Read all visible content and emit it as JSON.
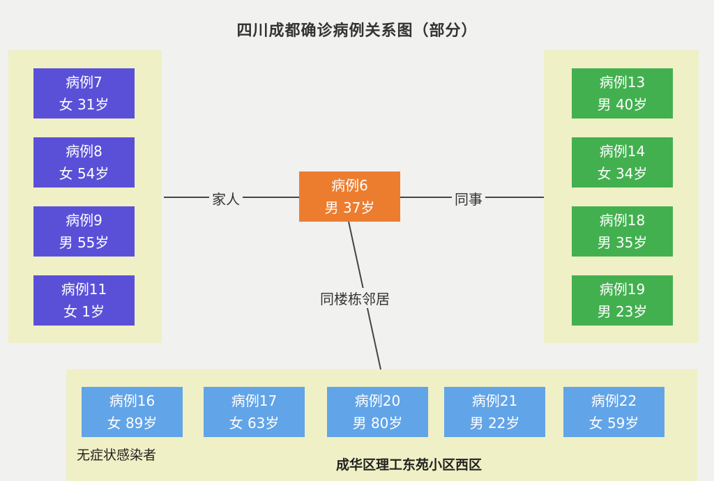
{
  "title": "四川成都确诊病例关系图（部分）",
  "center": {
    "id": "病例6",
    "info": "男 37岁"
  },
  "relations": {
    "left": "家人",
    "right": "同事",
    "bottom": "同楼栋邻居"
  },
  "left_cases": [
    {
      "id": "病例7",
      "info": "女 31岁"
    },
    {
      "id": "病例8",
      "info": "女 54岁"
    },
    {
      "id": "病例9",
      "info": "男 55岁"
    },
    {
      "id": "病例11",
      "info": "女 1岁"
    }
  ],
  "right_cases": [
    {
      "id": "病例13",
      "info": "男 40岁"
    },
    {
      "id": "病例14",
      "info": "女 34岁"
    },
    {
      "id": "病例18",
      "info": "男 35岁"
    },
    {
      "id": "病例19",
      "info": "男 23岁"
    }
  ],
  "bottom_cases": [
    {
      "id": "病例16",
      "info": "女 89岁"
    },
    {
      "id": "病例17",
      "info": "女 63岁"
    },
    {
      "id": "病例20",
      "info": "男 80岁"
    },
    {
      "id": "病例21",
      "info": "男 22岁"
    },
    {
      "id": "病例22",
      "info": "女 59岁"
    }
  ],
  "notes": {
    "asymptomatic": "无症状感染者",
    "location": "成华区理工东苑小区西区"
  },
  "colors": {
    "family": "#5a50d8",
    "colleague": "#43b050",
    "neighbor": "#62a4e8",
    "center": "#ec7d2f",
    "panel": "#f0f0c6"
  }
}
